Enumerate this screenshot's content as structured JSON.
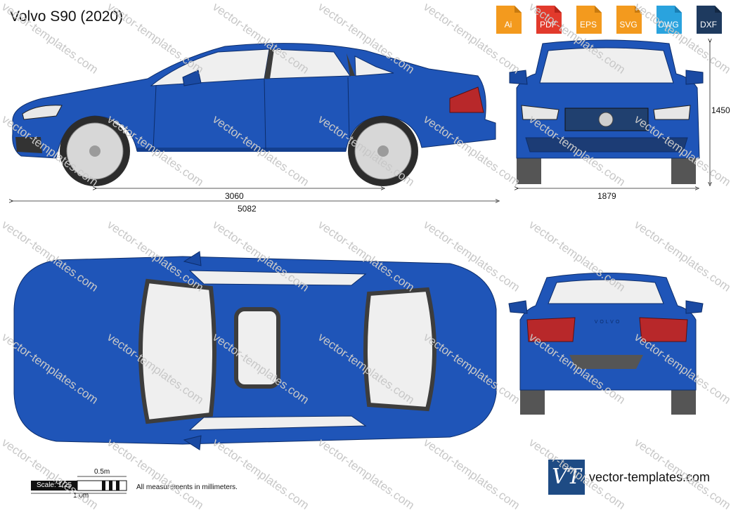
{
  "title": "Volvo S90 (2020)",
  "formats": [
    {
      "label": "Ai",
      "color": "#f39a1e",
      "dark": "#c77a10"
    },
    {
      "label": "PDF",
      "color": "#e23a2c",
      "dark": "#b42519"
    },
    {
      "label": "EPS",
      "color": "#f39a1e",
      "dark": "#c77a10"
    },
    {
      "label": "SVG",
      "color": "#f39a1e",
      "dark": "#c77a10"
    },
    {
      "label": "DWG",
      "color": "#2aa3de",
      "dark": "#1b7fb3"
    },
    {
      "label": "DXF",
      "color": "#1e3a5f",
      "dark": "#132843"
    }
  ],
  "dimensions": {
    "wheelbase": "3060",
    "length": "5082",
    "width": "1879",
    "height": "1450"
  },
  "scale": {
    "label": "Scale: 1:25",
    "half_m": "0.5m",
    "one_m": "1.0m"
  },
  "note": "All measurements in millimeters.",
  "brand": {
    "logo": "VT",
    "site": "vector-templates.com"
  },
  "watermark": "vector-templates.com",
  "rear_badge": "VOLVO",
  "colors": {
    "body": "#1f55b8",
    "body_dark": "#143f8e",
    "glass": "#efefef",
    "trim": "#4a4a4a",
    "tail": "#b8282a"
  }
}
